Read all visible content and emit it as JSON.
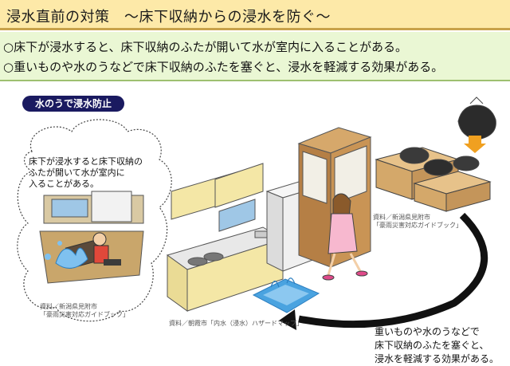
{
  "header": {
    "title": "浸水直前の対策　〜床下収納からの浸水を防ぐ〜"
  },
  "bullets": [
    "○床下が浸水すると、床下収納のふたが開いて水が室内に入ることがある。",
    "○重いものや水のうなどで床下収納のふたを塞ぐと、浸水を軽減する効果がある。"
  ],
  "badge": "水のうで浸水防止",
  "cloud": {
    "lines": [
      "床下が浸水すると床下収納の",
      "ふたが開いて水が室内に",
      "入ることがある。"
    ]
  },
  "credits": {
    "left": [
      "資料／新潟県見附市",
      "「豪雨災害対応ガイドブック」"
    ],
    "right": [
      "資料／新潟県見附市",
      "「豪雨災害対応ガイドブック」"
    ],
    "bottom": "資料／朝霞市「内水（浸水）ハザードマップ」"
  },
  "caption": [
    "重いものや水のうなどで",
    "床下収納のふたを塞ぐと、",
    "浸水を軽減する効果がある。"
  ],
  "colors": {
    "title_bg": "#fde9a8",
    "bullet_bg": "#eaf7d4",
    "badge_bg": "#1a1a60",
    "water": "#4aa3e0"
  }
}
